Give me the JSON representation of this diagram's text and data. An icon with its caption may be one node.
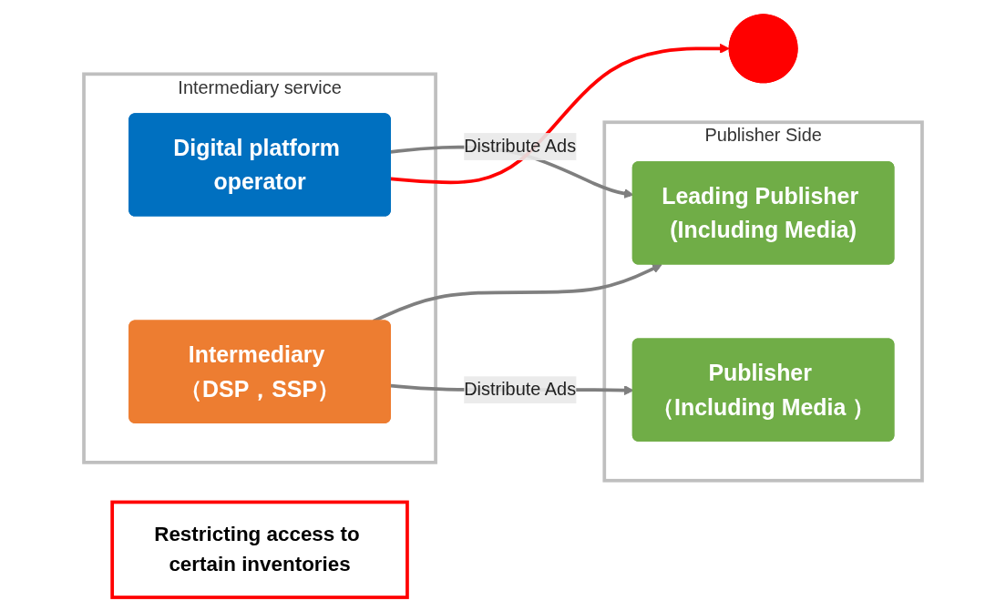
{
  "diagram": {
    "nodes": [
      {
        "text": [
          "Intermediary service"
        ]
      },
      {
        "text": [
          "Digital platform operator"
        ],
        "in": 0
      },
      {
        "text": [
          "Intermediary （DSP，SSP）"
        ],
        "in": 0
      },
      {
        "text": [
          "Publisher Side"
        ]
      },
      {
        "text": [
          "Leading Publisher (Including Media)"
        ],
        "in": 3
      },
      {
        "text": [
          "Publisher （Including Media ）"
        ],
        "in": 3
      },
      {
        "text": [
          "Restricting access to certain inventories"
        ]
      },
      {
        "text": [],
        "shape": "cross"
      }
    ],
    "edges": [
      {
        "from": 1,
        "to": 4,
        "arrow": "to",
        "label": "Distribute Ads"
      },
      {
        "from": 2,
        "to": 4,
        "arrow": "to"
      },
      {
        "from": 1,
        "to": 7,
        "arrow": "to",
        "color": "#ff0000"
      },
      {
        "from": 2,
        "to": 5,
        "arrow": "to",
        "label": "Distribute Ads"
      }
    ]
  }
}
